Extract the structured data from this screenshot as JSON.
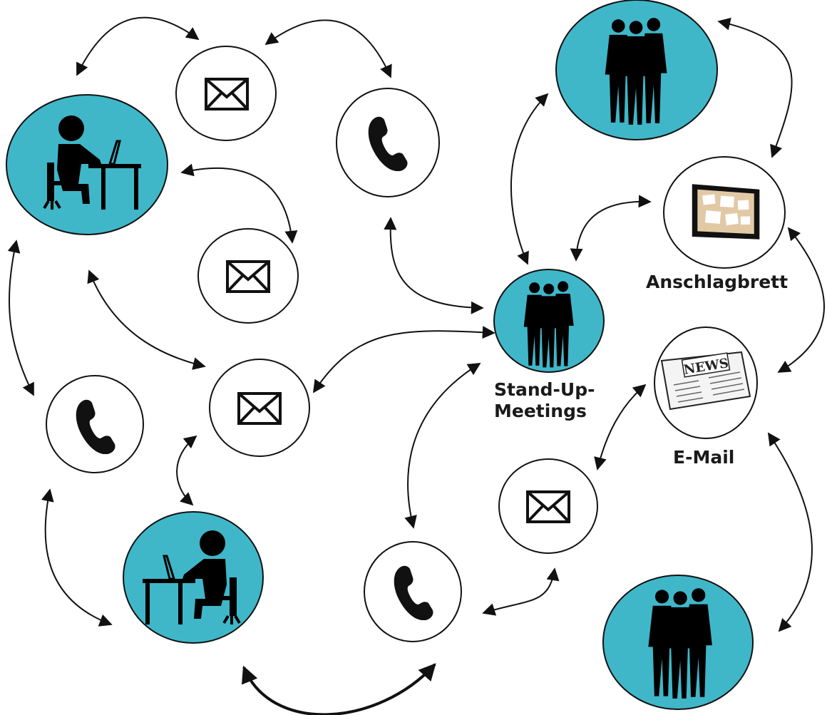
{
  "labels": {
    "anschlagbrett": "Anschlagbrett",
    "standup_line1": "Stand-Up-",
    "standup_line2": "Meetings",
    "email": "E-Mail"
  },
  "icon_newspaper_text": "NEWS",
  "colors": {
    "teal": "#3FB7C9",
    "line": "#111111",
    "board_frame": "#111111",
    "board_cork": "#E2C9A6"
  }
}
